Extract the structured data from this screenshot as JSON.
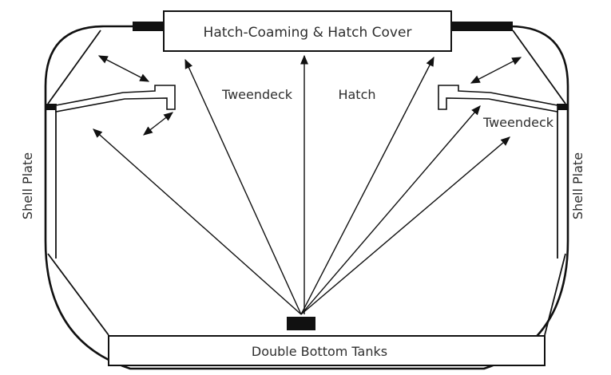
{
  "labels": {
    "hatch_cover": "Hatch-Coaming & Hatch Cover",
    "tweendeck_left": "Tweendeck",
    "hatch": "Hatch",
    "tweendeck_right": "Tweendeck",
    "shell_plate_left": "Shell Plate",
    "shell_plate_right": "Shell Plate",
    "double_bottom_tanks": "Double Bottom Tanks"
  },
  "colors": {
    "line": "#111111",
    "text": "#2e2e2e",
    "background": "#ffffff"
  }
}
